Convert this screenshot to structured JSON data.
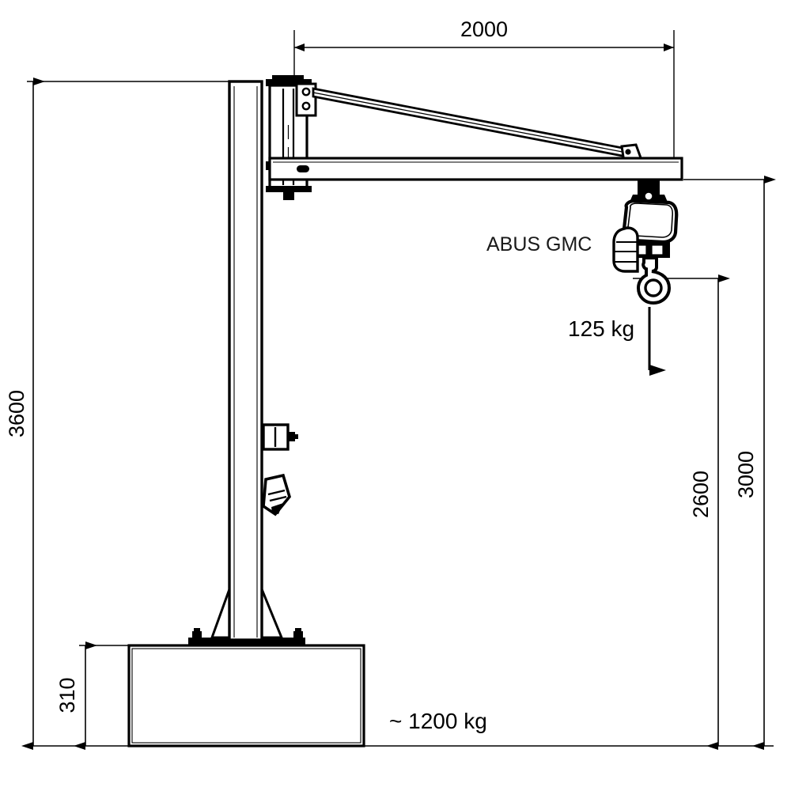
{
  "drawing": {
    "title": "ABUS GMC pillar jib crane dimensioned side elevation",
    "product_label": "ABUS GMC",
    "line_color": "#000000",
    "background_color": "#ffffff",
    "fill_color": "#ffffff"
  },
  "dimensions": {
    "boom_outreach": {
      "value": "2000",
      "name": "boom-outreach",
      "orientation": "horizontal",
      "position": "top"
    },
    "overall_height": {
      "value": "3600",
      "name": "overall-height",
      "orientation": "vertical",
      "position": "left"
    },
    "hook_height": {
      "value": "2600",
      "name": "hook-height",
      "orientation": "vertical",
      "position": "right-inner"
    },
    "under_boom_height": {
      "value": "3000",
      "name": "under-boom-height",
      "orientation": "vertical",
      "position": "right-outer"
    },
    "base_height": {
      "value": "310",
      "name": "base-block-height",
      "orientation": "vertical",
      "position": "left-lower"
    }
  },
  "annotations": {
    "load_capacity": {
      "value": "125 kg",
      "name": "load-capacity",
      "arrow": "down-arrow-icon"
    },
    "base_weight": {
      "value": "~ 1200 kg",
      "name": "base-weight"
    },
    "manufacturer": {
      "value": "ABUS GMC",
      "name": "manufacturer-label"
    }
  },
  "components": {
    "mast": "mast-column",
    "boom": "boom-beam",
    "tie_rod": "tie-rod",
    "bearing_head": "slewing-bearing-head",
    "hoist": "electric-chain-hoist",
    "hook": "load-hook",
    "junction_box": "junction-box",
    "pendant_plug": "pendant-control-plug",
    "base_block": "concrete-base-block",
    "gussets": "base-gusset-plates",
    "base_plate": "base-mounting-plate",
    "anchor_bolts": "anchor-bolts"
  }
}
